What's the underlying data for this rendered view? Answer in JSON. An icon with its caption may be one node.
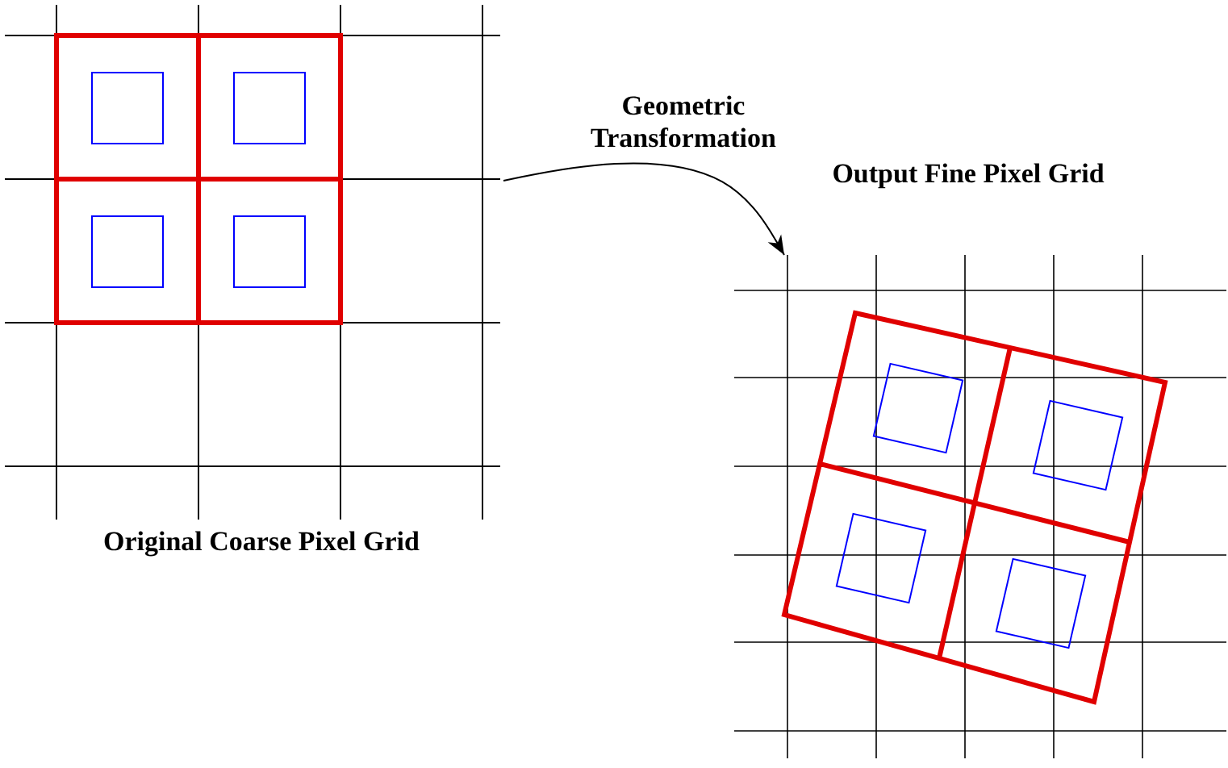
{
  "diagram": {
    "nodes": [
      {
        "text": [],
        "shape": "picture",
        "beside": [
          "Original Coarse Pixel Grid"
        ]
      },
      {
        "text": [],
        "shape": "picture",
        "beside": [
          "Output Fine Pixel Grid"
        ]
      }
    ],
    "edges": [
      {
        "from": 0,
        "to": 1,
        "arrow": "to",
        "label": "Geometric Transformation"
      }
    ]
  }
}
